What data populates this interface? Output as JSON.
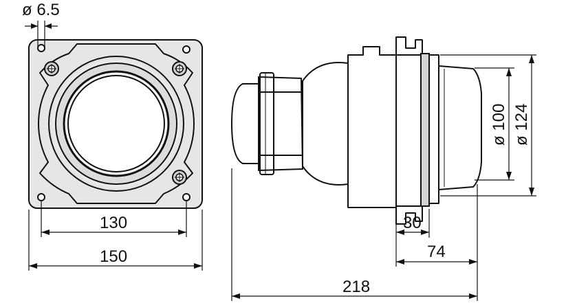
{
  "dimensions": {
    "hole_diameter": "ø 6.5",
    "hole_spacing": "130",
    "flange_width": "150",
    "diameter_lens": "ø 100",
    "diameter_ring": "ø 124",
    "flange_to_rear": "30",
    "flange_depth": "74",
    "total_length": "218"
  }
}
